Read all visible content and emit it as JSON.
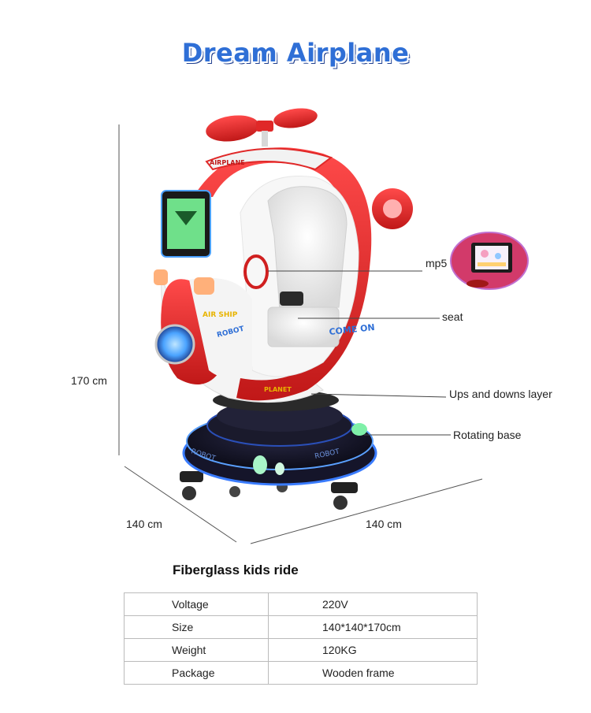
{
  "title": "Dream Airplane",
  "dimensions": {
    "height": "170 cm",
    "depth": "140 cm",
    "width": "140 cm"
  },
  "callouts": {
    "mp5": "mp5",
    "seat": "seat",
    "ups_downs": "Ups and downs layer",
    "rotating_base": "Rotating base"
  },
  "ride_decals": {
    "top_badge": "AIRPLANE",
    "come_on": "COME ON",
    "air_ship": "AIR SHIP",
    "planet": "PLANET",
    "brand": "ROBOT"
  },
  "specs": {
    "heading": "Fiberglass kids ride",
    "rows": [
      {
        "key": "Voltage",
        "value": "220V"
      },
      {
        "key": "Size",
        "value": "140*140*170cm"
      },
      {
        "key": "Weight",
        "value": "120KG"
      },
      {
        "key": "Package",
        "value": "Wooden frame"
      }
    ]
  },
  "colors": {
    "title_blue": "#2f6fd6",
    "body_red": "#e02828",
    "base_blue": "#1e3aa8",
    "shell_white": "#f4f4f4"
  }
}
